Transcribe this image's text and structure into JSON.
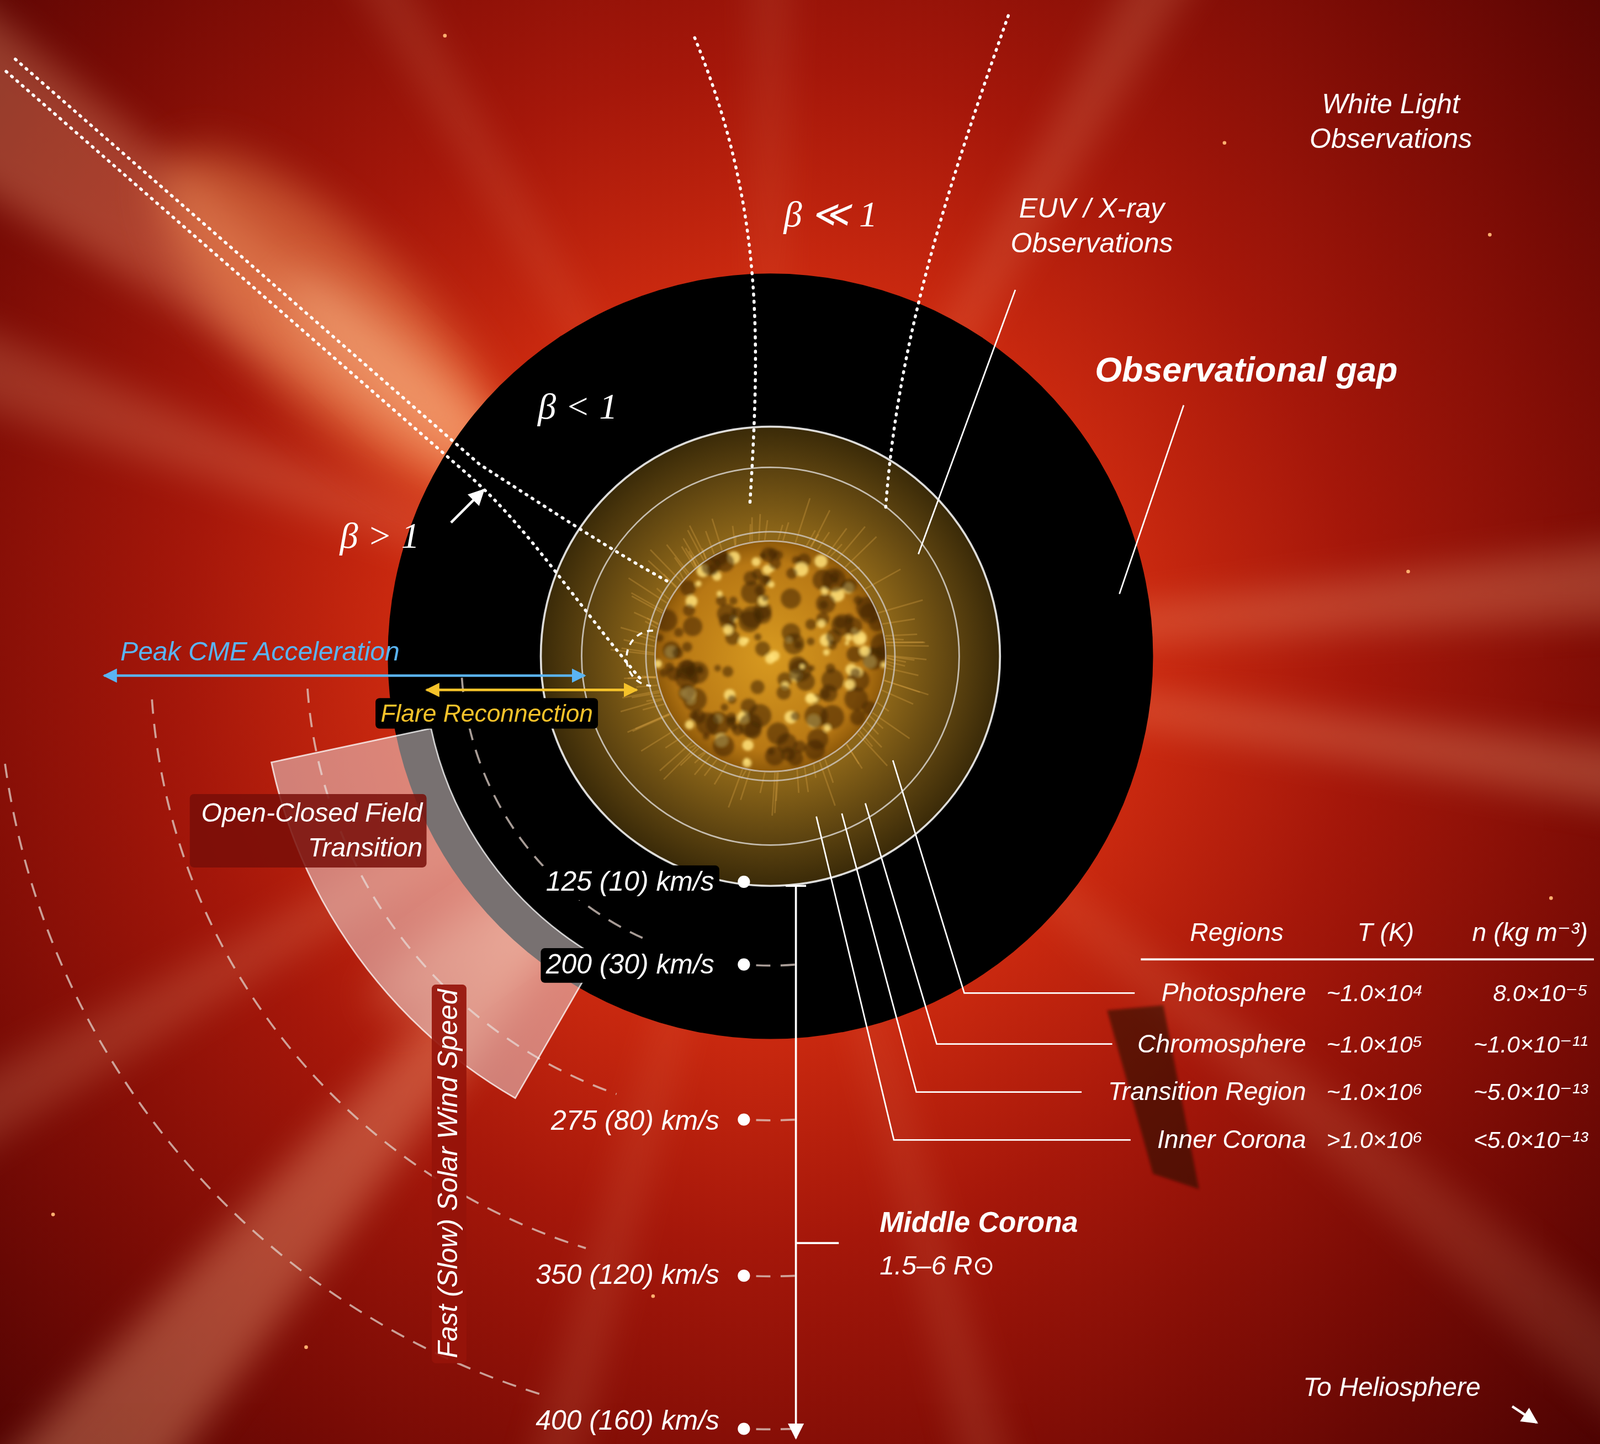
{
  "diagram": {
    "nodes": [
      {
        "text": [
          "Open-Closed Field Transition"
        ]
      }
    ],
    "labels": [
      "White Light Observations",
      "EUV / X-ray Observations",
      "Observational gap",
      "β ≪ 1",
      "β < 1",
      "β > 1",
      "Peak CME Acceleration",
      "Flare Reconnection",
      "125 (10) km/s",
      "200 (30) km/s",
      "275 (80) km/s",
      "350 (120) km/s",
      "400 (160) km/s",
      "Fast (Slow) Solar Wind Speed",
      "Regions",
      "T (K)",
      "n (kg m⁻³)",
      "Photosphere",
      "~1.0×10⁴",
      "8.0×10⁻⁵",
      "Chromosphere",
      "~1.0×10⁵",
      "~1.0×10⁻¹¹",
      "Transition Region",
      "~1.0×10⁶",
      "~5.0×10⁻¹³",
      "Inner Corona",
      ">1.0×10⁶",
      "<5.0×10⁻¹³",
      "Middle Corona",
      "1.5–6 R⊙",
      "To Heliosphere"
    ]
  }
}
